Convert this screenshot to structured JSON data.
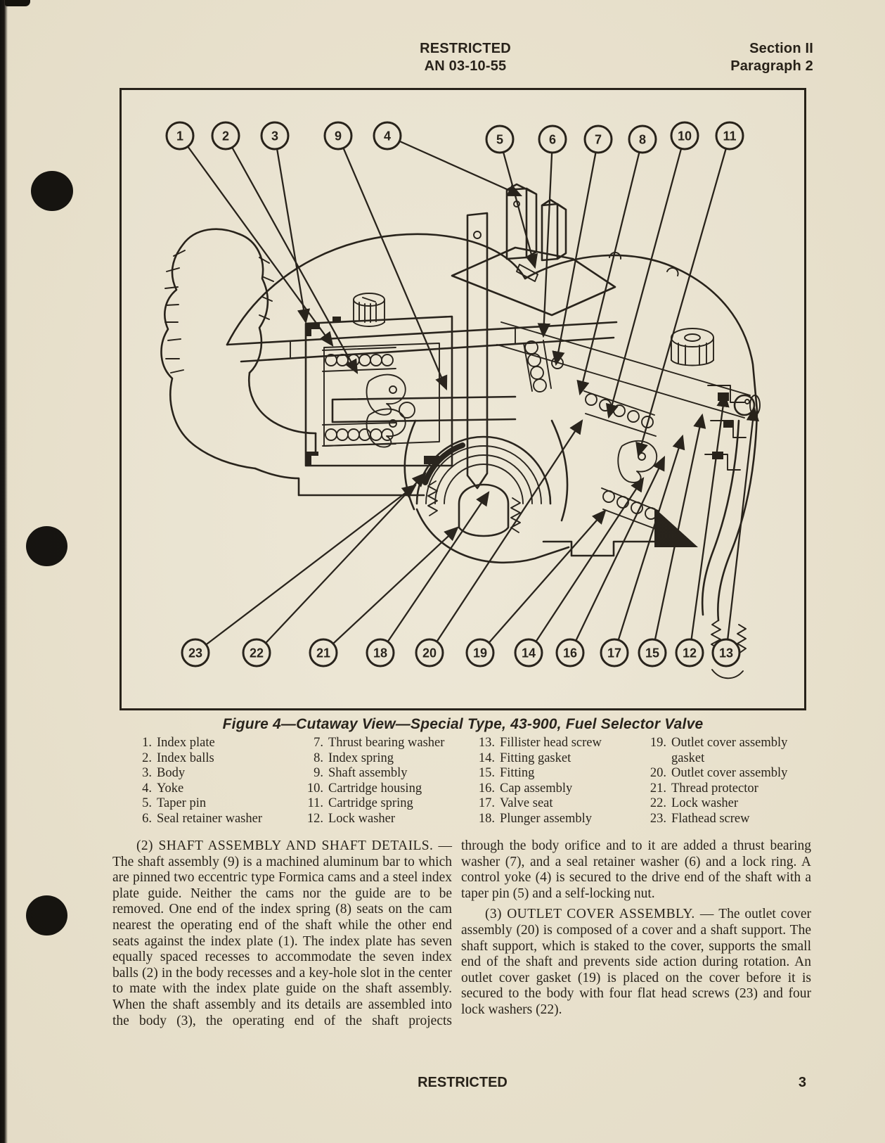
{
  "colors": {
    "paper": "#ece5d1",
    "ink": "#1f1a13"
  },
  "header": {
    "restricted": "RESTRICTED",
    "doc_number": "AN 03-10-55",
    "section": "Section II",
    "paragraph": "Paragraph 2"
  },
  "figure": {
    "caption": "Figure 4—Cutaway View—Special Type, 43-900, Fuel Selector Valve",
    "callouts_top": [
      "1",
      "2",
      "3",
      "9",
      "4",
      "5",
      "6",
      "7",
      "8",
      "10",
      "11"
    ],
    "callouts_bottom": [
      "23",
      "22",
      "21",
      "18",
      "20",
      "19",
      "14",
      "16",
      "17",
      "15",
      "12",
      "13"
    ]
  },
  "parts": {
    "col1": [
      [
        "1.",
        "Index plate"
      ],
      [
        "2.",
        "Index balls"
      ],
      [
        "3.",
        "Body"
      ],
      [
        "4.",
        "Yoke"
      ],
      [
        "5.",
        "Taper pin"
      ],
      [
        "6.",
        "Seal retainer washer"
      ]
    ],
    "col2": [
      [
        "7.",
        "Thrust bearing washer"
      ],
      [
        "8.",
        "Index spring"
      ],
      [
        "9.",
        "Shaft assembly"
      ],
      [
        "10.",
        "Cartridge housing"
      ],
      [
        "11.",
        "Cartridge spring"
      ],
      [
        "12.",
        "Lock washer"
      ]
    ],
    "col3": [
      [
        "13.",
        "Fillister head screw"
      ],
      [
        "14.",
        "Fitting gasket"
      ],
      [
        "15.",
        "Fitting"
      ],
      [
        "16.",
        "Cap assembly"
      ],
      [
        "17.",
        "Valve seat"
      ],
      [
        "18.",
        "Plunger assembly"
      ]
    ],
    "col4": [
      [
        "19.",
        "Outlet cover assembly gasket"
      ],
      [
        "20.",
        "Outlet cover assembly"
      ],
      [
        "21.",
        "Thread protector"
      ],
      [
        "22.",
        "Lock washer"
      ],
      [
        "23.",
        "Flathead screw"
      ]
    ]
  },
  "body": {
    "para2_head": "(2) SHAFT ASSEMBLY AND SHAFT DETAILS.",
    "para2_rest": " —The shaft assembly (9) is a machined aluminum bar to which are pinned two eccentric type Formica cams and a steel index plate guide. Neither the cams nor the guide are to be removed. One end of the index spring (8) seats on the cam nearest the operating end of the shaft while the other end seats against the index plate (1). The index plate has seven equally spaced recesses to accommodate the seven index balls (2) in the body recesses and a key-hole slot in the center to mate with the index plate guide on the shaft assembly. When the shaft assembly and its details are assembled into the body (3), the operating end of the shaft projects",
    "para2_cont": "through the body orifice and to it are added a thrust bearing washer (7), and a seal retainer washer (6) and a lock ring. A control yoke (4) is secured to the drive end of the shaft with a taper pin (5) and a self-locking nut.",
    "para3_head": "(3) OUTLET COVER ASSEMBLY. —",
    "para3_rest": " The outlet cover assembly (20) is composed of a cover and a shaft support. The shaft support, which is staked to the cover, supports the small end of the shaft and prevents side action during rotation. An outlet cover gasket (19) is placed on the cover before it is secured to the body with four flat head screws (23) and four lock washers (22)."
  },
  "footer": {
    "restricted": "RESTRICTED",
    "page_number": "3"
  }
}
